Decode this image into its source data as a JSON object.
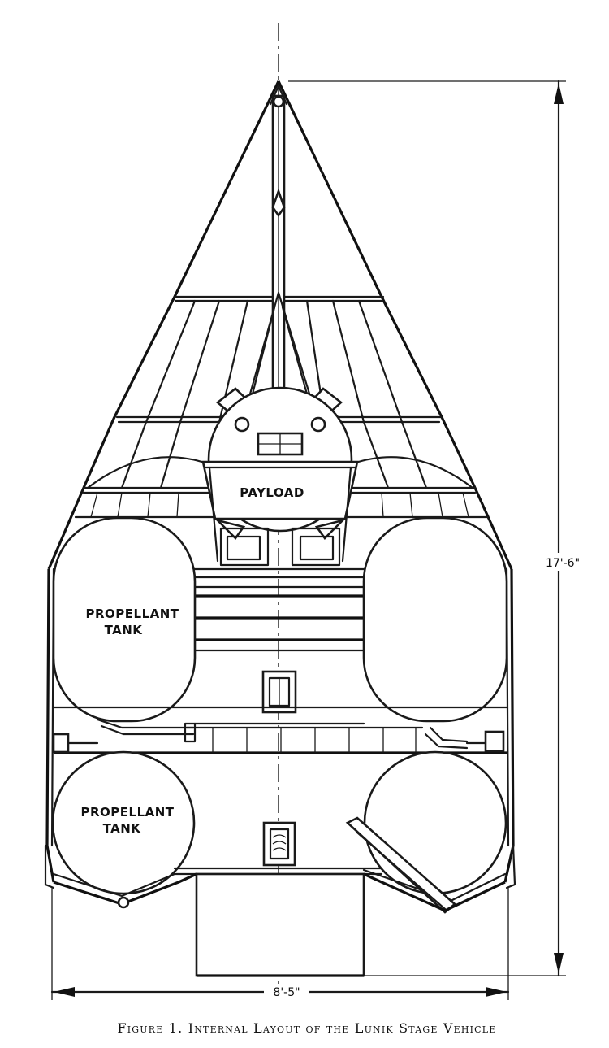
{
  "labels": {
    "payload": "PAYLOAD",
    "tank_upper_left_1": "PROPELLANT",
    "tank_upper_left_2": "TANK",
    "tank_lower_left_1": "PROPELLANT",
    "tank_lower_left_2": "TANK"
  },
  "dimensions": {
    "height": "17'-6\"",
    "width": "8'-5\""
  },
  "caption": "Figure 1. Internal Layout of the Lunik Stage Vehicle"
}
